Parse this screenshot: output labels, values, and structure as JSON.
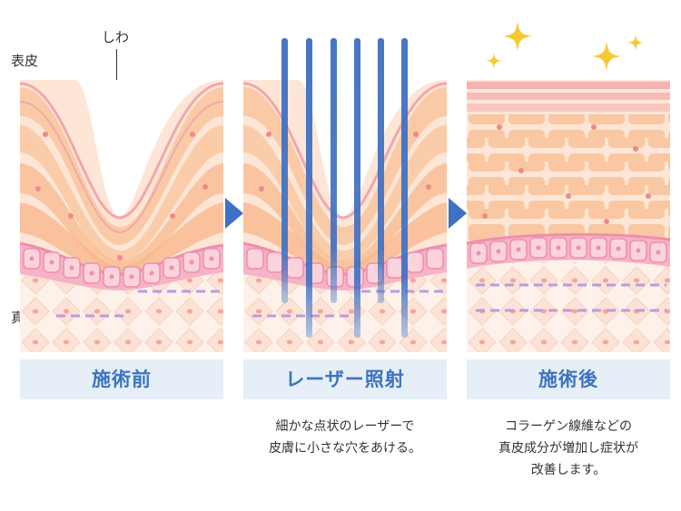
{
  "labels": {
    "epidermis": "表皮",
    "dermis": "真皮",
    "wrinkle": "しわ"
  },
  "steps": [
    {
      "caption": "施術前",
      "desc": []
    },
    {
      "caption": "レーザー照射",
      "desc": [
        "細かな点状のレーザーで",
        "皮膚に小さな穴をあける。"
      ]
    },
    {
      "caption": "施術後",
      "desc": [
        "コラーゲン線維などの",
        "真皮成分が増加し症状が",
        "改善します。"
      ]
    }
  ],
  "colors": {
    "caption_bg": "#e6eef8",
    "caption_text": "#3c74bd",
    "arrow": "#3f72c4",
    "laser": "#3d6fc2",
    "sparkle": "#f7c934",
    "skin_cell": "#f9c9a5",
    "basal_layer": "#f3a2b8"
  }
}
